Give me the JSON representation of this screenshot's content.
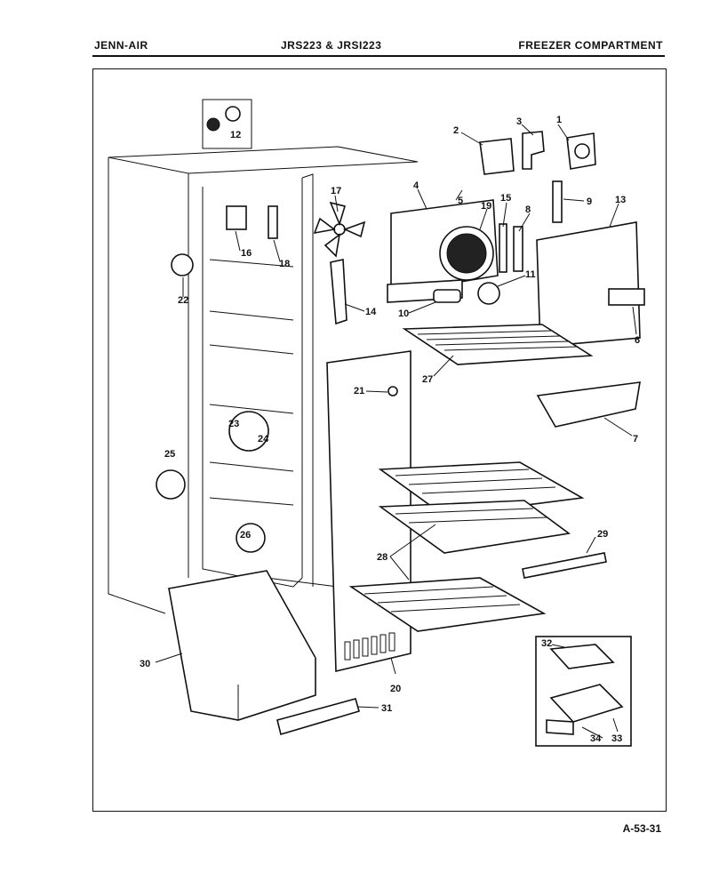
{
  "header": {
    "brand": "JENN-AIR",
    "models": "JRS223 & JRSI223",
    "section": "FREEZER COMPARTMENT"
  },
  "footer": {
    "code": "A-53-31"
  },
  "callouts": [
    "1",
    "2",
    "3",
    "4",
    "5",
    "6",
    "7",
    "8",
    "9",
    "10",
    "11",
    "12",
    "13",
    "14",
    "15",
    "16",
    "17",
    "18",
    "19",
    "20",
    "21",
    "22",
    "23",
    "24",
    "25",
    "26",
    "27",
    "28",
    "29",
    "30",
    "31",
    "32",
    "33",
    "34"
  ]
}
